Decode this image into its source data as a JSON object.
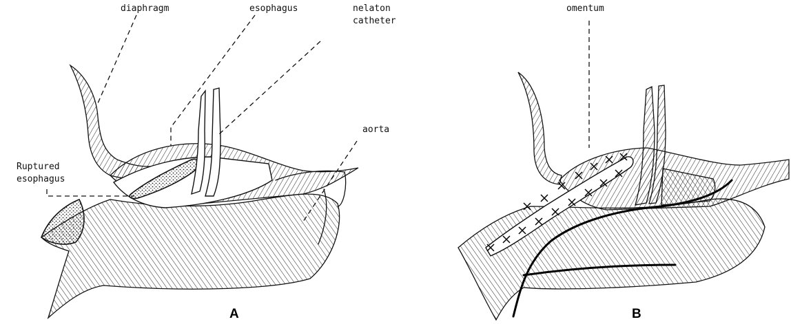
{
  "figure": {
    "panel_a": {
      "letter": "A",
      "labels": {
        "diaphragm": "diaphragm",
        "esophagus": "esophagus",
        "catheter_line1": "nelaton",
        "catheter_line2": "catheter",
        "aorta": "aorta",
        "ruptured_line1": "Ruptured",
        "ruptured_line2": "esophagus"
      }
    },
    "panel_b": {
      "letter": "B",
      "labels": {
        "omentum": "omentum"
      }
    }
  }
}
